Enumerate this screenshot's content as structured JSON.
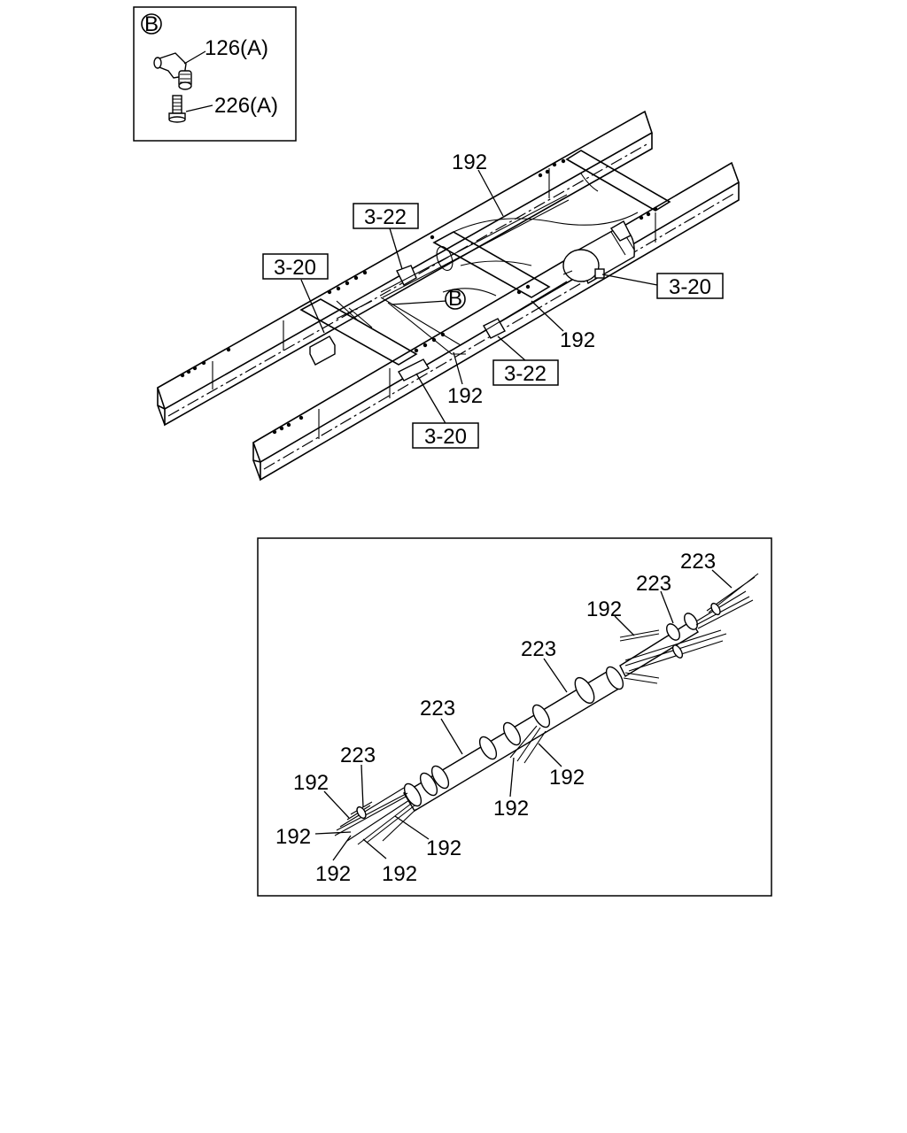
{
  "detail_b": {
    "marker": "B",
    "part_elbow": "126(A)",
    "part_bolt": "226(A)"
  },
  "frame_view": {
    "tube_top": "192",
    "tube_right": "192",
    "tube_bottom": "192",
    "ref_top_left": "3-22",
    "ref_left": "3-20",
    "ref_right": "3-20",
    "ref_center": "3-22",
    "ref_bottom": "3-20",
    "marker_b": "B"
  },
  "harness_view": {
    "tube_upper": "192",
    "clip_top_right": "223",
    "clip_upper_mid": "223",
    "clip_center": "223",
    "clip_left_mid": "223",
    "clip_left": "223",
    "tube_left_top": "192",
    "tube_left_mid": "192",
    "tube_left_low": "192",
    "tube_left_bottom": "192",
    "tube_center_low": "192",
    "tube_mid_right": "192",
    "tube_mid_low": "192"
  }
}
